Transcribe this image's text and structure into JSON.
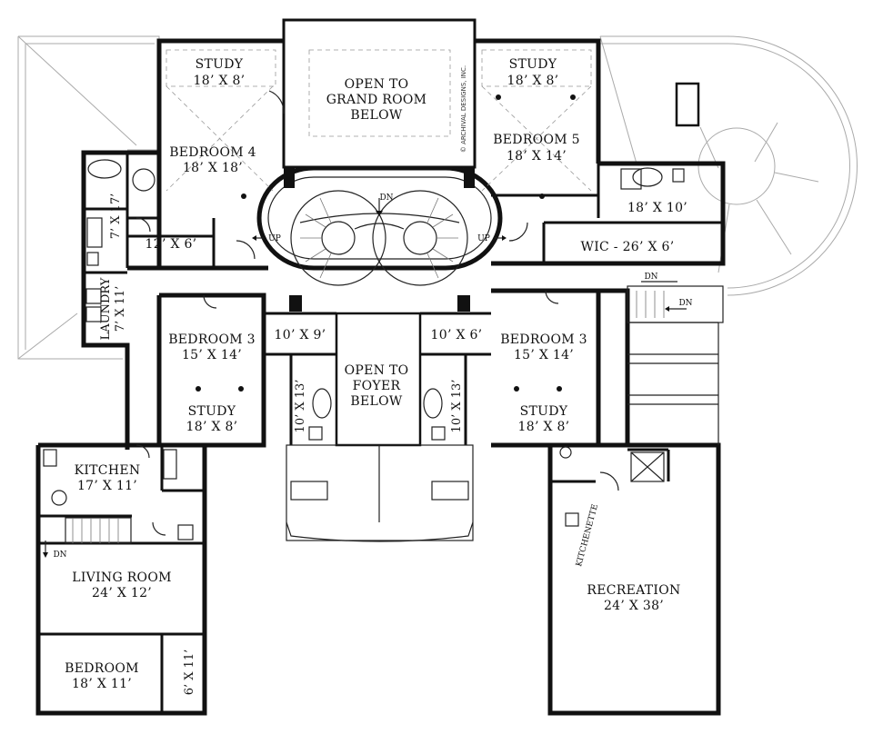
{
  "copyright": "© ARCHIVAL DESIGNS, INC.",
  "rooms": {
    "study_tl": {
      "name": "STUDY",
      "size": "18’ X 8’"
    },
    "open_grand": {
      "l1": "OPEN TO",
      "l2": "GRAND ROOM",
      "l3": "BELOW"
    },
    "study_tr": {
      "name": "STUDY",
      "size": "18’ X 8’"
    },
    "bedroom4": {
      "name": "BEDROOM 4",
      "size": "18’ X 18’"
    },
    "bedroom5": {
      "name": "BEDROOM 5",
      "size": "18’ X 14’"
    },
    "bath_left": {
      "size": "7’ X 17’"
    },
    "closet_12x6": {
      "size": "12’ X 6’"
    },
    "closet_18x10": {
      "size": "18’ X 10’"
    },
    "wic": {
      "size": "WIC - 26’ X 6’"
    },
    "laundry": {
      "name": "LAUNDRY",
      "size": "7’ X 11’"
    },
    "bedroom3_l": {
      "name": "BEDROOM 3",
      "size": "15’ X 14’"
    },
    "study_ml": {
      "name": "STUDY",
      "size": "18’ X 8’"
    },
    "closet_10x9": {
      "size": "10’ X 9’"
    },
    "bath_10x13_l": {
      "size": "10’ X 13’"
    },
    "open_foyer": {
      "l1": "OPEN TO",
      "l2": "FOYER",
      "l3": "BELOW"
    },
    "closet_10x6": {
      "size": "10’ X 6’"
    },
    "bath_10x13_r": {
      "size": "10’ X 13’"
    },
    "bedroom3_r": {
      "name": "BEDROOM 3",
      "size": "15’ X 14’"
    },
    "study_mr": {
      "name": "STUDY",
      "size": "18’ X 8’"
    },
    "kitchen": {
      "name": "KITCHEN",
      "size": "17’ X 11’"
    },
    "living": {
      "name": "LIVING ROOM",
      "size": "24’ X 12’"
    },
    "bedroom_bl": {
      "name": "BEDROOM",
      "size": "18’ X 11’"
    },
    "closet_6x11": {
      "size": "6’ X 11’"
    },
    "kitchenette": {
      "name": "KITCHENETTE"
    },
    "recreation": {
      "name": "RECREATION",
      "size": "24’ X 38’"
    }
  },
  "stairs": {
    "dn": "DN",
    "up": "UP"
  }
}
